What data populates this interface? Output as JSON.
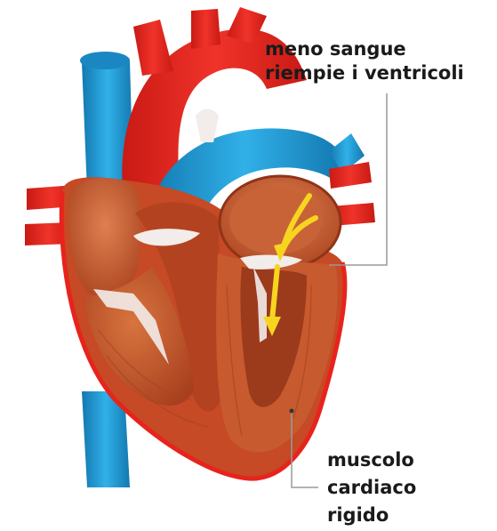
{
  "annotations": {
    "top": {
      "line1": "meno sangue",
      "line2": "riempie i ventricoli"
    },
    "bottom": {
      "line1": "muscolo",
      "line2": "cardiaco",
      "line3": "rigido"
    }
  },
  "colors": {
    "artery_red": "#e8231c",
    "vein_blue": "#1f9ad6",
    "muscle_brown": "#c2552c",
    "chamber_orange": "#d9733d",
    "inner_brown": "#a8401f",
    "valve_white": "#f2ecea",
    "arrow_yellow": "#f7d51f",
    "leader_gray": "#9a9a9a",
    "label_text": "#1a1a1a"
  },
  "icons": {
    "flow_arrow": "yellow-down-arrow"
  }
}
